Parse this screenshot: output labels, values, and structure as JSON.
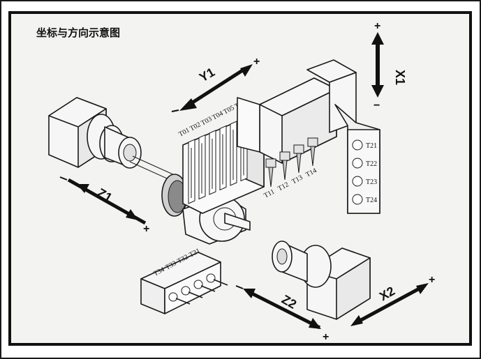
{
  "title": "坐标与方向示意图",
  "axes": {
    "y1": {
      "label": "Y1",
      "plus": "+",
      "minus": ""
    },
    "x1": {
      "label": "X1",
      "plus": "+",
      "minus": "−"
    },
    "z1": {
      "label": "Z1",
      "plus": "+",
      "minus": ""
    },
    "z2": {
      "label": "Z2",
      "plus": "+",
      "minus": ""
    },
    "x2": {
      "label": "X2",
      "plus": "+",
      "minus": ""
    }
  },
  "gang_tools": [
    "T01",
    "T02",
    "T03",
    "T04",
    "T05",
    "T06"
  ],
  "drill_tools": [
    "T11",
    "T12",
    "T13",
    "T14"
  ],
  "column_tools": [
    "T21",
    "T22",
    "T23",
    "T24"
  ],
  "sub_tools": [
    "T31",
    "T32",
    "T33",
    "T34"
  ],
  "colors": {
    "frame": "#1a1a1a",
    "panel": "#f2f2f2",
    "arrow": "#111111",
    "part_fill": "#f4f4f4"
  }
}
